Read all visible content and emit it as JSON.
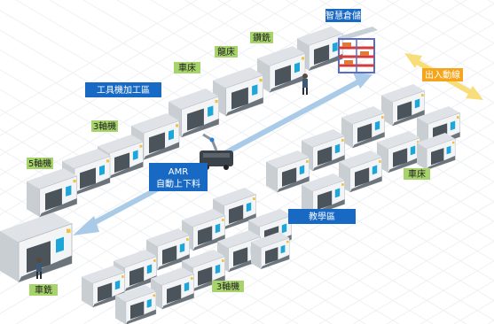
{
  "colors": {
    "tag_green": "#a6d36a",
    "tag_blue": "#1769c4",
    "tag_orange": "#f5a51c",
    "arrow_blue": "#a9cbe8",
    "arrow_yellow": "#f7de7a",
    "machine_body": "#f2f4f6",
    "machine_dark": "#4b535b",
    "machine_screen": "#1fa6d9",
    "machine_accent": "#f0c23a",
    "grid": "#eef0f3"
  },
  "labels": {
    "tool_area": "工具機加工區",
    "smart_warehouse": "智慧倉儲",
    "in_out": "出入動線",
    "teaching_area": "教學區",
    "amr_line1": "AMR",
    "amr_line2": "自動上下料",
    "lathe_top": "車床",
    "milling": "龍床",
    "drill": "鑽銑",
    "three_axis_top": "3軸機",
    "five_axis": "5軸機",
    "lathe_teach": "車床",
    "lathe_bottom": "車銑",
    "three_axis_bottom": "3軸機"
  },
  "icons": {
    "machine": "cnc-machine-icon",
    "robot": "robot-arm-icon",
    "amr": "amr-vehicle-icon",
    "rack": "storage-rack-icon",
    "worker": "worker-icon"
  }
}
